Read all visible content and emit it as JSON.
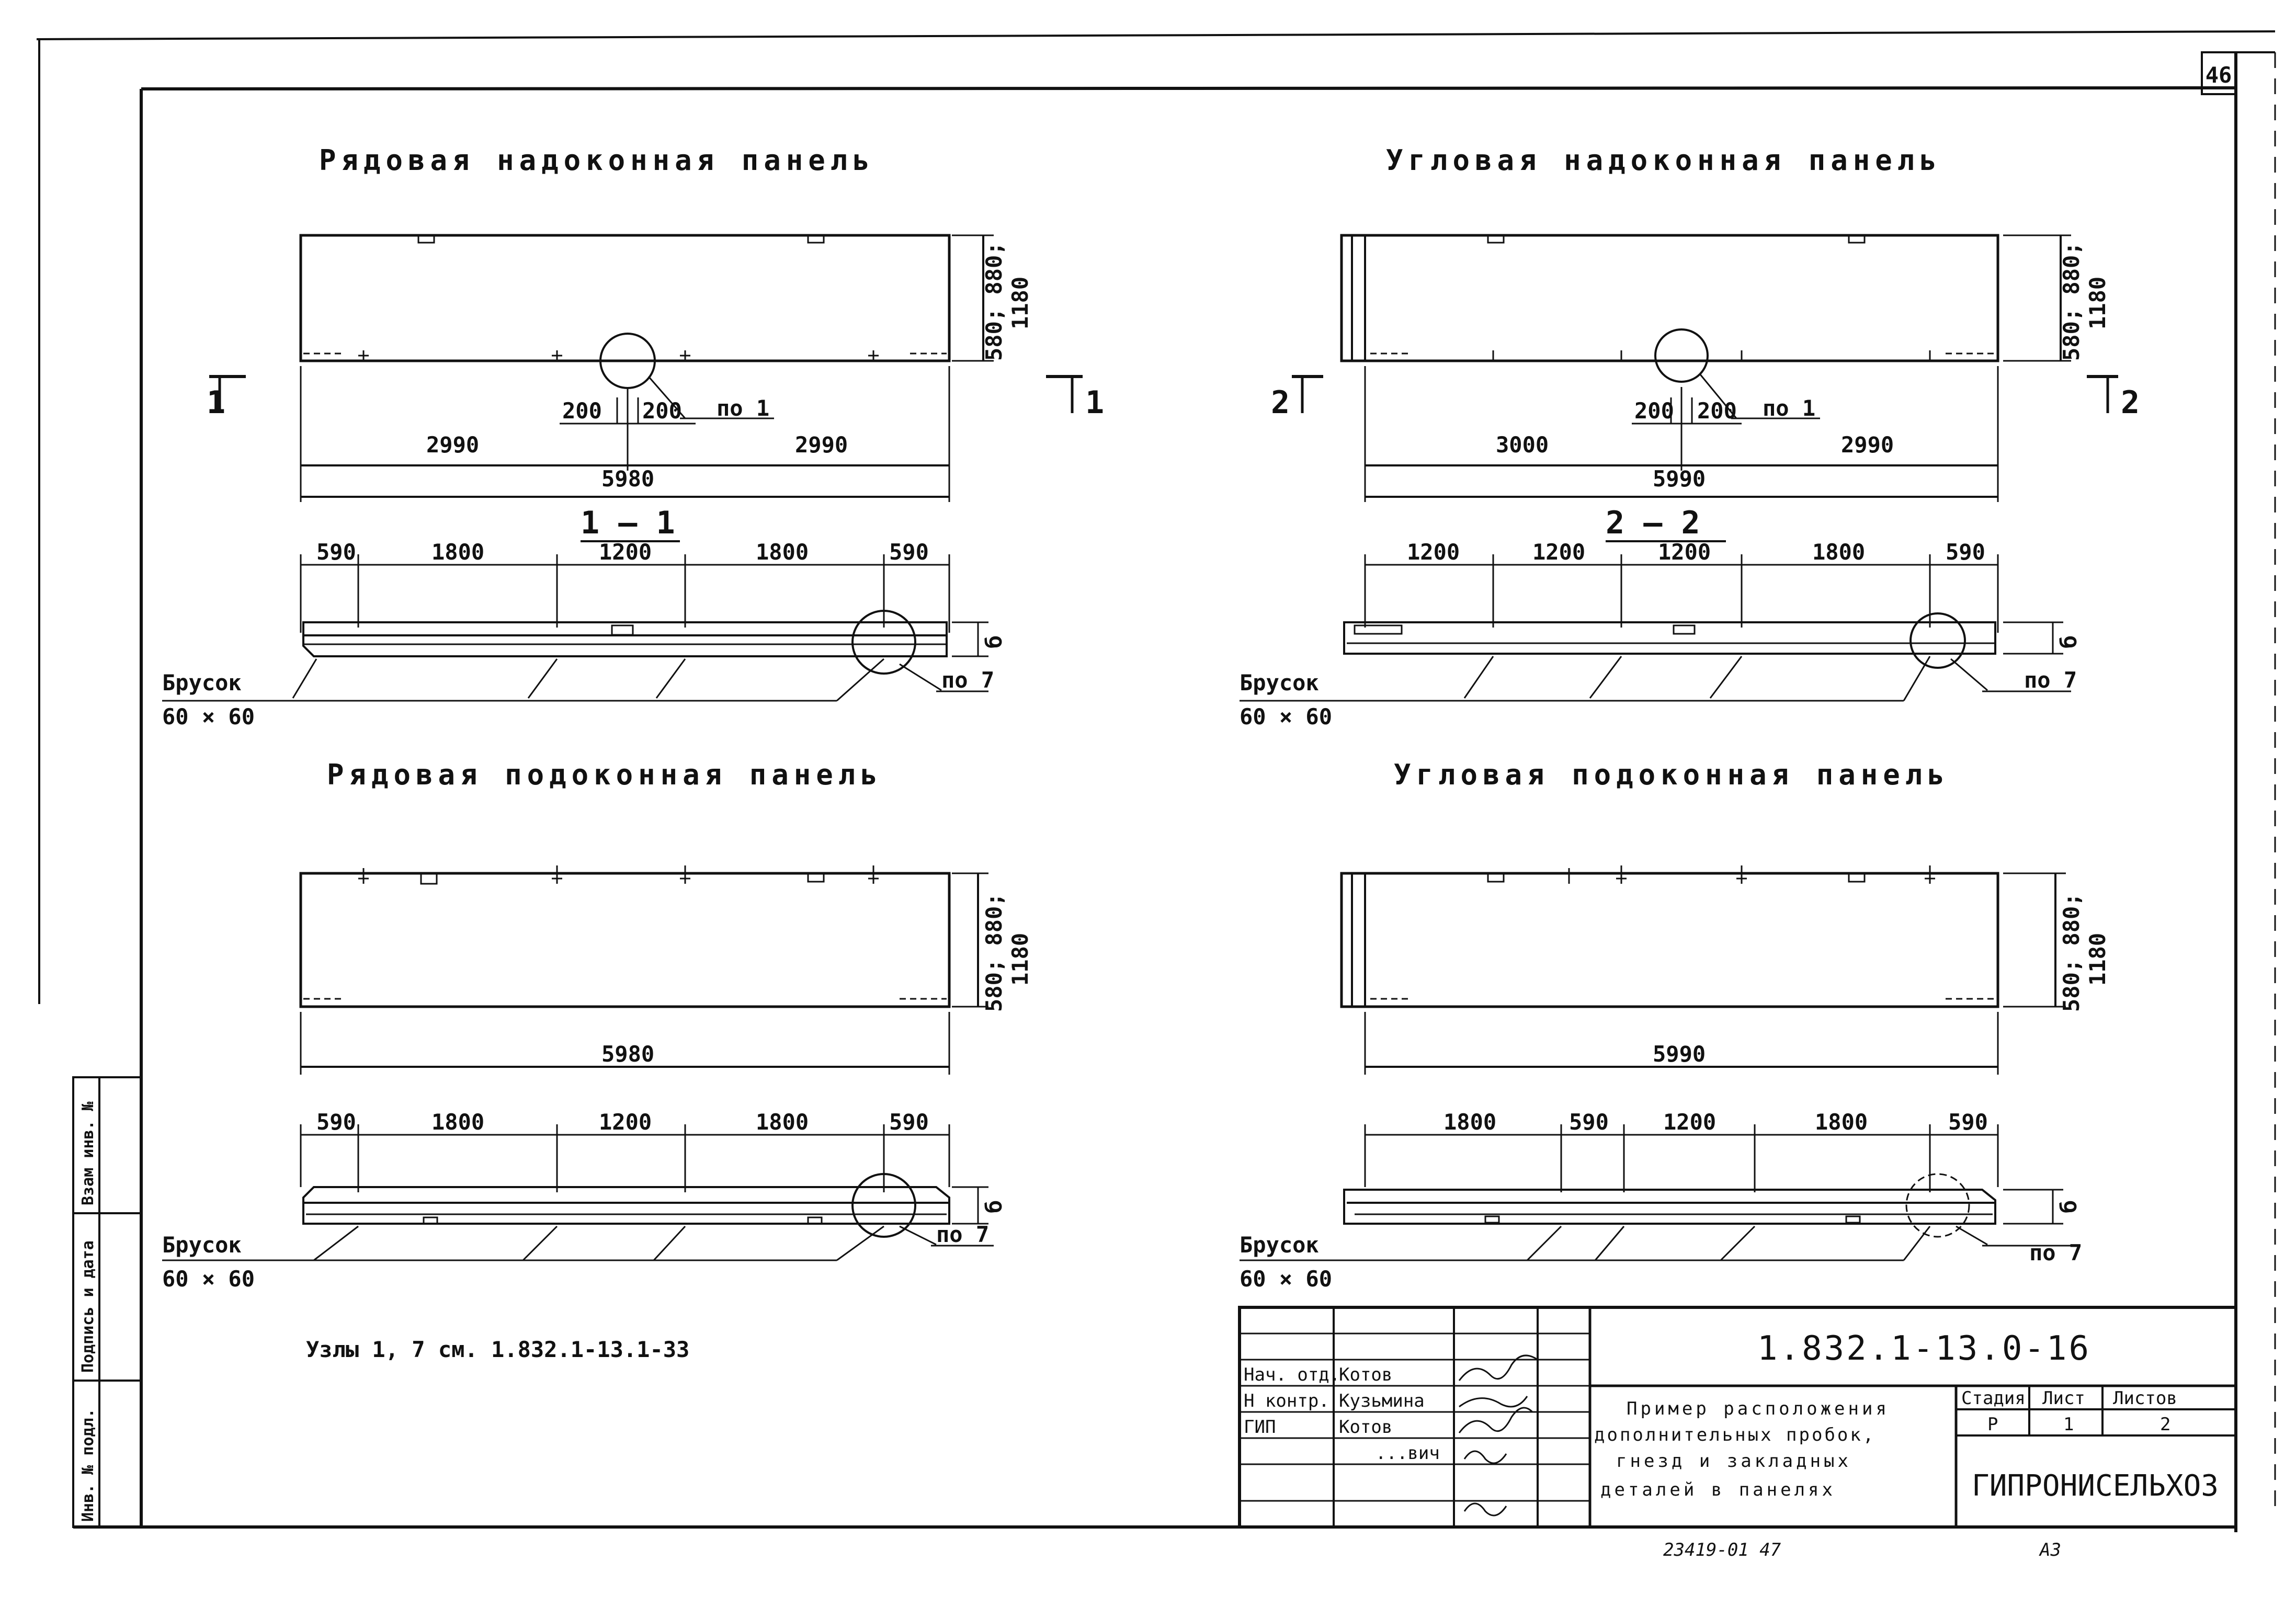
{
  "sheet_number": "46",
  "panels": [
    {
      "title": "Рядовая надоконная панель",
      "height_label": "580; 880;",
      "height_label2": "1180",
      "detail_ref": "по 1",
      "offset_left": "200",
      "offset_right": "200",
      "half_left": "2990",
      "half_right": "2990",
      "total": "5980",
      "cut_left": "1",
      "cut_right": "1",
      "section_title": "1 – 1",
      "section_dims": [
        "590",
        "1800",
        "1200",
        "1800",
        "590"
      ],
      "thickness": "б",
      "bar_label": "Брусок",
      "bar_size": "60 × 60",
      "node_ref": "по 7"
    },
    {
      "title": "Угловая надоконная панель",
      "height_label": "580; 880;",
      "height_label2": "1180",
      "detail_ref": "по 1",
      "offset_left": "200",
      "offset_right": "200",
      "half_left": "3000",
      "half_right": "2990",
      "total": "5990",
      "cut_left": "2",
      "cut_right": "2",
      "section_title": "2 – 2",
      "section_dims": [
        "1200",
        "1200",
        "1200",
        "1800",
        "590"
      ],
      "thickness": "б",
      "bar_label": "Брусок",
      "bar_size": "60 × 60",
      "node_ref": "по 7"
    },
    {
      "title": "Рядовая подоконная панель",
      "height_label": "580; 880;",
      "height_label2": "1180",
      "total": "5980",
      "section_dims": [
        "590",
        "1800",
        "1200",
        "1800",
        "590"
      ],
      "thickness": "б",
      "bar_label": "Брусок",
      "bar_size": "60 × 60",
      "node_ref": "по 7"
    },
    {
      "title": "Угловая подоконная панель",
      "height_label": "580; 880;",
      "height_label2": "1180",
      "total": "5990",
      "section_dims": [
        "1800",
        "590",
        "1200",
        "1800",
        "590"
      ],
      "thickness": "б",
      "bar_label": "Брусок",
      "bar_size": "60 × 60",
      "node_ref": "по 7"
    }
  ],
  "note": "Узлы 1, 7 см. 1.832.1-13.1-33",
  "side_stamp": [
    "Инв. № подл.",
    "Подпись и дата",
    "Взам инв. №"
  ],
  "title_block": {
    "code": "1.832.1-13.0-16",
    "roles": [
      "Нач. отд.",
      "Н контр.",
      "ГИП"
    ],
    "names": [
      "Котов",
      "Кузьмина",
      "Котов",
      "...вич"
    ],
    "description": [
      "Пример расположения",
      "дополнительных пробок,",
      "гнезд и закладных",
      "деталей в панелях"
    ],
    "stage_header": "Стадия",
    "sheet_header": "Лист",
    "sheets_header": "Листов",
    "stage": "Р",
    "sheet": "1",
    "sheets": "2",
    "organization": "ГИПРОНИСЕЛЬХОЗ",
    "inventory": "23419-01   47",
    "format": "А3"
  }
}
